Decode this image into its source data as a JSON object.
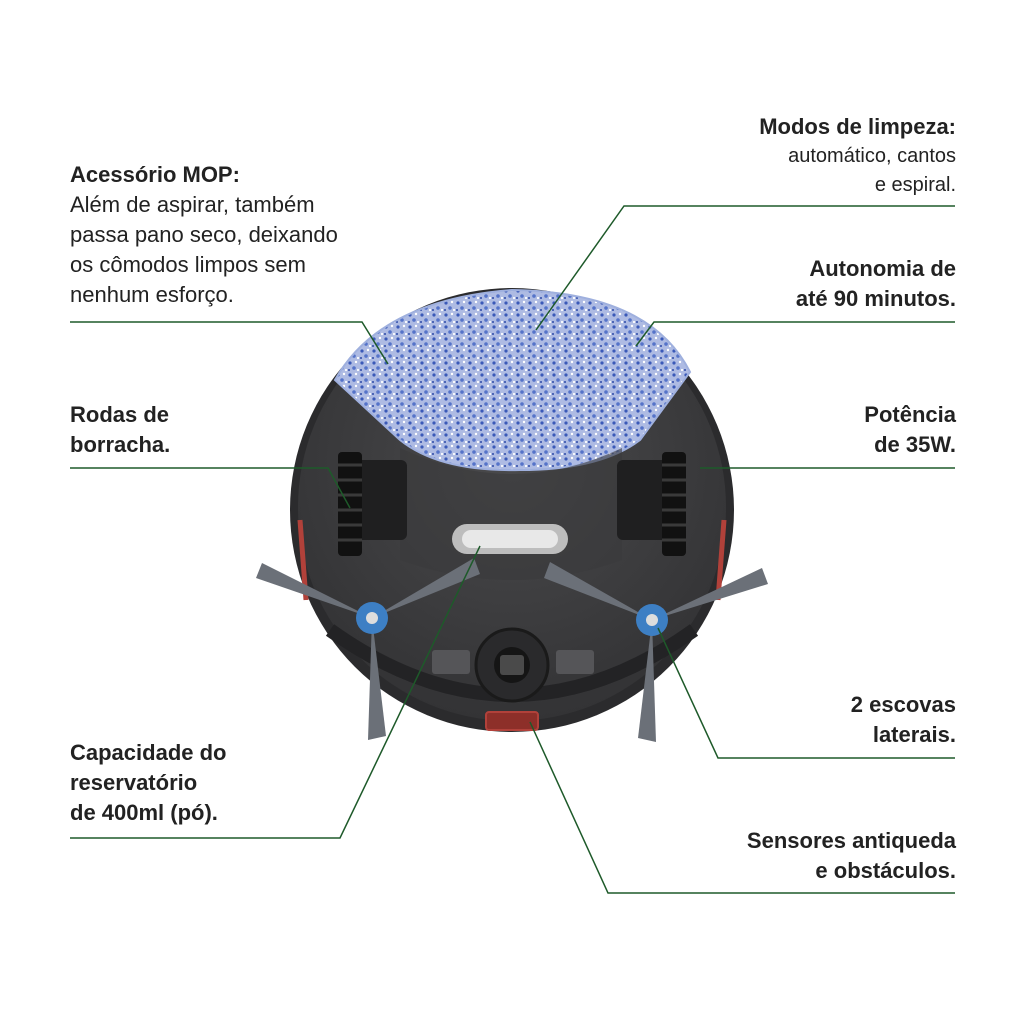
{
  "colors": {
    "leader_line": "#1e5a2a",
    "robot_body": "#3f3f41",
    "robot_rim": "#2b2b2d",
    "mop": "#7f95cf",
    "brush": "#6b7078",
    "brush_hub": "#3d7fc4",
    "sensor_red": "#b1413a"
  },
  "features": {
    "mop": {
      "title": "Acessório MOP:",
      "lines": [
        "Além de aspirar, também",
        "passa pano seco, deixando",
        "os cômodos limpos sem",
        "nenhum esforço."
      ]
    },
    "modes": {
      "title": "Modos de limpeza:",
      "lines": [
        "automático, cantos",
        "e espiral."
      ]
    },
    "autonomy": {
      "title_lines": [
        "Autonomia de",
        "até 90 minutos."
      ]
    },
    "wheels": {
      "title_lines": [
        "Rodas de",
        "borracha."
      ]
    },
    "power": {
      "title_lines": [
        "Potência",
        "de 35W."
      ]
    },
    "brushes": {
      "title_lines": [
        "2 escovas",
        "laterais."
      ]
    },
    "capacity": {
      "title_lines": [
        "Capacidade do",
        "reservatório",
        "de 400ml (pó)."
      ]
    },
    "sensors": {
      "title_lines": [
        "Sensores antiqueda",
        "e obstáculos."
      ]
    }
  }
}
